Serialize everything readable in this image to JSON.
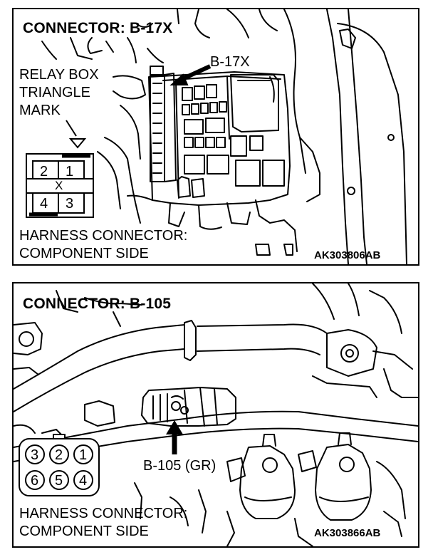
{
  "panel1": {
    "title": "CONNECTOR: B-17X",
    "callout": "B-17X",
    "relay_note": [
      "RELAY BOX",
      "TRIANGLE",
      "MARK"
    ],
    "pins": [
      "2",
      "1",
      "X",
      "4",
      "3"
    ],
    "harness_label": [
      "HARNESS CONNECTOR:",
      "COMPONENT SIDE"
    ],
    "code": "AK303806AB"
  },
  "panel2": {
    "title": "CONNECTOR: B-105",
    "callout": "B-105 (GR)",
    "pins_top": [
      "3",
      "2",
      "1"
    ],
    "pins_bottom": [
      "6",
      "5",
      "4"
    ],
    "harness_label": [
      "HARNESS CONNECTOR:",
      "COMPONENT SIDE"
    ],
    "code": "AK303866AB"
  }
}
